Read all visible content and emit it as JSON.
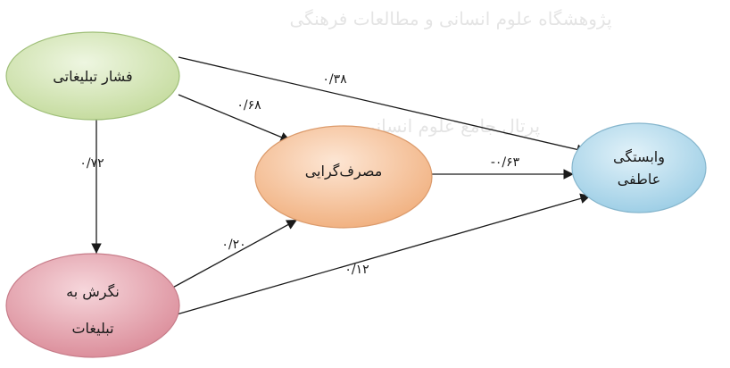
{
  "watermark": {
    "line1": "پژوهشگاه علوم انسانی و مطالعات فرهنگی",
    "line2": "پرتال جامع علوم انسانی"
  },
  "nodes": {
    "advertising_pressure": {
      "label": "فشار تبلیغاتی",
      "fill": "#d3e6b3",
      "stroke": "#9fbf78"
    },
    "attitude": {
      "label_line1": "نگرش به",
      "label_line2": "تبلیغات",
      "fill": "#e6a6b0",
      "stroke": "#c77c89"
    },
    "consumerism": {
      "label": "مصرف‌گرایی",
      "fill": "#f6c7a3",
      "stroke": "#dc9b6c"
    },
    "emotional_attachment": {
      "label_line1": "وابستگی",
      "label_line2": "عاطفی",
      "fill": "#b9dcec",
      "stroke": "#86b6cd"
    }
  },
  "edges": {
    "pressure_to_attachment": "۰/۳۸",
    "pressure_to_consumerism": "۰/۶۸",
    "pressure_to_attitude": "۰/۷۲",
    "consumerism_to_attachment": "-۰/۶۳",
    "attitude_to_consumerism": "۰/۲۰",
    "attitude_to_attachment": "۰/۱۲"
  }
}
